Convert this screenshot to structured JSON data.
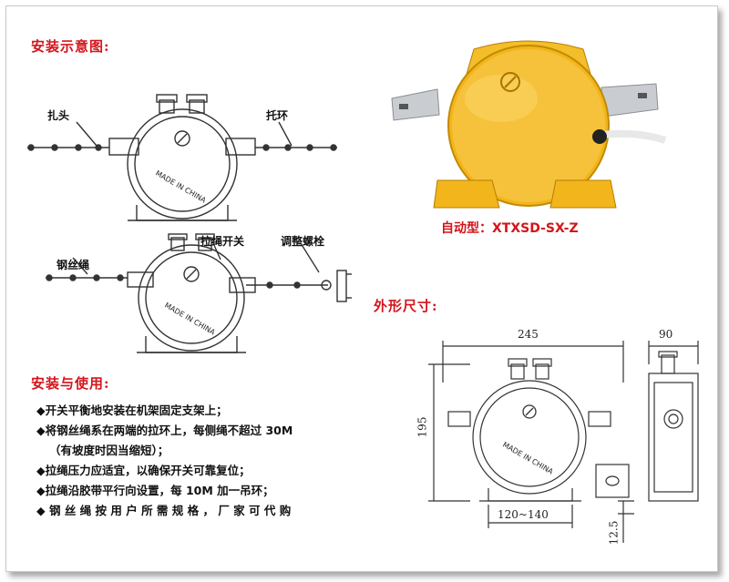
{
  "install_diagram_title": "安装示意图:",
  "callouts": {
    "zha_tou": "扎头",
    "tuo_huan": "托环",
    "la_sheng_kai_guan": "拉绳开关",
    "tiao_zheng_luo_shuan": "调整螺栓",
    "gang_si_sheng": "钢丝绳"
  },
  "device_marking": "MADE IN CHINA",
  "usage_title": "安装与使用:",
  "usage_items": [
    "◆开关平衡地安装在机架固定支架上；",
    "◆将钢丝绳系在两端的拉环上，每侧绳不超过 30M",
    "（有坡度时因当缩短）；",
    "◆拉绳压力应适宜，以确保开关可靠复位；",
    "◆拉绳沿胶带平行向设置，每 10M 加一吊环；",
    "◆ 钢 丝 绳 按 用 户 所 需 规 格 ， 厂 家 可 代 购"
  ],
  "product_caption": "自动型：XTXSD-SX-Z",
  "dimensions_title": "外形尺寸:",
  "dimensions": {
    "width_total": "245",
    "depth": "90",
    "height": "195",
    "mount_spacing": "120~140",
    "base_height": "12.5"
  },
  "colors": {
    "title_red": "#d4141c",
    "housing_yellow": "#f2b51c",
    "line": "#333333"
  }
}
